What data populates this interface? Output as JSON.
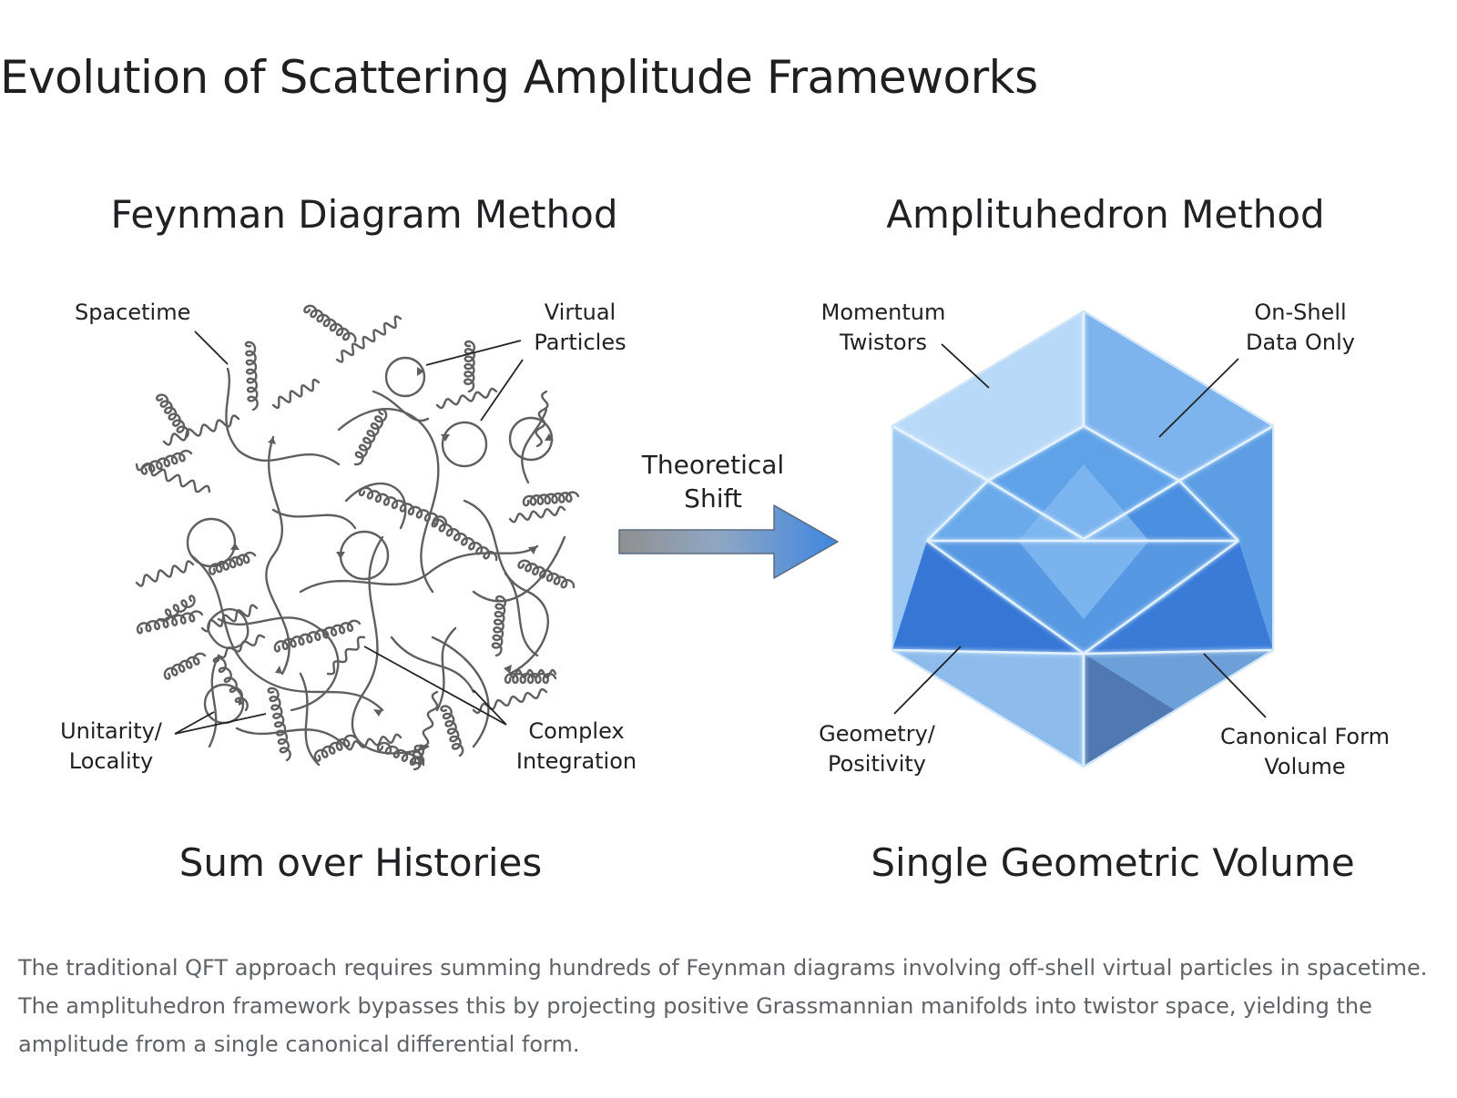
{
  "title": "Evolution of Scattering Amplitude Frameworks",
  "left_panel": {
    "header": "Feynman Diagram Method",
    "footer": "Sum over Histories",
    "labels": {
      "spacetime": "Spacetime",
      "virtual_1": "Virtual",
      "virtual_2": "Particles",
      "unitarity_1": "Unitarity/",
      "unitarity_2": "Locality",
      "complex_1": "Complex",
      "complex_2": "Integration"
    }
  },
  "transition": {
    "label_1": "Theoretical",
    "label_2": "Shift"
  },
  "right_panel": {
    "header": "Amplituhedron Method",
    "footer": "Single Geometric Volume",
    "labels": {
      "momentum_1": "Momentum",
      "momentum_2": "Twistors",
      "onshell_1": "On-Shell",
      "onshell_2": "Data Only",
      "geometry_1": "Geometry/",
      "geometry_2": "Positivity",
      "canonical_1": "Canonical Form",
      "canonical_2": "Volume"
    }
  },
  "caption": "The traditional QFT approach requires summing hundreds of Feynman diagrams involving off-shell virtual particles in spacetime. The amplituhedron framework bypasses this by projecting positive Grassmannian manifolds into twistor space, yielding the amplitude from a single canonical differential form.",
  "colors": {
    "text": "#202124",
    "caption": "#5f6368",
    "line_art": "#5f5f5f",
    "polytope_light": "#cfe5fb",
    "polytope_mid": "#5c9fe6",
    "polytope_dark": "#2a6fd0",
    "edge_glow": "#e8f6ff"
  }
}
